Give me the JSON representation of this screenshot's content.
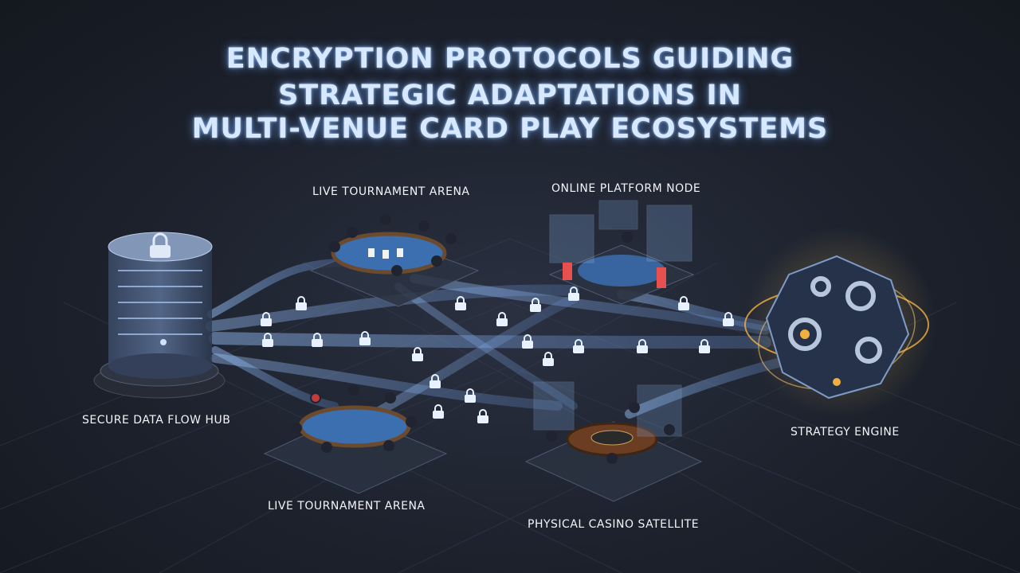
{
  "title": {
    "line1": "ENCRYPTION PROTOCOLS GUIDING",
    "line2": "STRATEGIC ADAPTATIONS IN",
    "line3": "MULTI-VENUE CARD PLAY ECOSYSTEMS"
  },
  "nodes": {
    "hub": "SECURE DATA FLOW HUB",
    "arena_top": "LIVE TOURNAMENT ARENA",
    "online": "ONLINE PLATFORM NODE",
    "arena_bottom": "LIVE TOURNAMENT ARENA",
    "casino": "PHYSICAL CASINO SATELLITE",
    "engine": "STRATEGY ENGINE"
  },
  "colors": {
    "flow": "#7fb2ff",
    "table_felt": "#3b6fb0",
    "engine_glow": "#f0b040",
    "background": "#1c212c"
  }
}
